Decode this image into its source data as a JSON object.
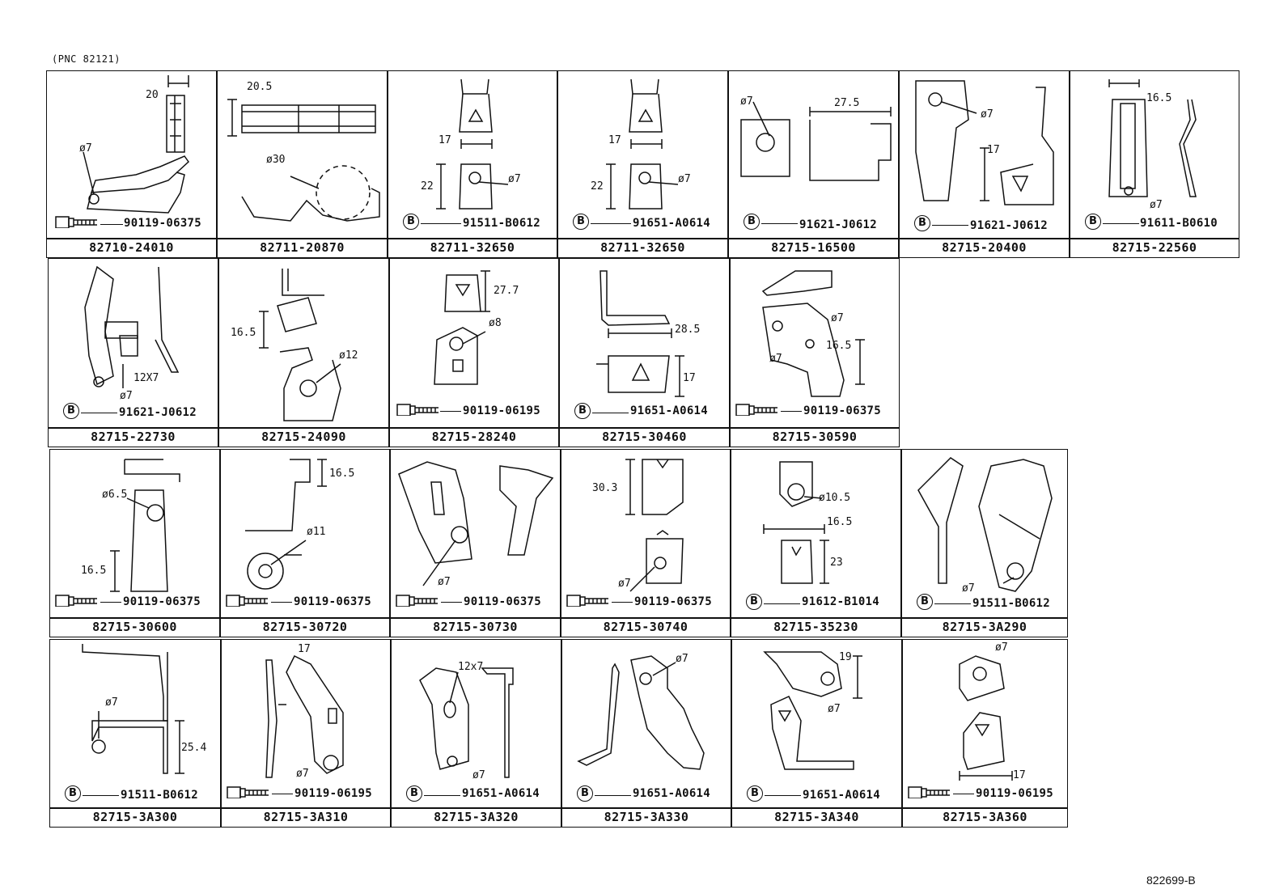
{
  "header": {
    "pnc": "(PNC 82121)"
  },
  "footer": {
    "code": "822699-B"
  },
  "cells": [
    {
      "caption": "82710-24010",
      "part": "90119-06375",
      "kind": "bolt",
      "dims": [
        "20",
        "ø7"
      ]
    },
    {
      "caption": "82711-20870",
      "part": "",
      "kind": "none",
      "dims": [
        "20.5",
        "ø30"
      ]
    },
    {
      "caption": "82711-32650",
      "part": "91511-B0612",
      "kind": "b",
      "dims": [
        "17",
        "22",
        "ø7"
      ]
    },
    {
      "caption": "82711-32650",
      "part": "91651-A0614",
      "kind": "b",
      "dims": [
        "17",
        "22",
        "ø7"
      ]
    },
    {
      "caption": "82715-16500",
      "part": "91621-J0612",
      "kind": "b",
      "dims": [
        "ø7",
        "27.5"
      ]
    },
    {
      "caption": "82715-20400",
      "part": "91621-J0612",
      "kind": "b",
      "dims": [
        "ø7",
        "17"
      ]
    },
    {
      "caption": "82715-22560",
      "part": "91611-B0610",
      "kind": "b",
      "dims": [
        "16.5",
        "ø7"
      ]
    },
    {
      "caption": "82715-22730",
      "part": "91621-J0612",
      "kind": "b",
      "dims": [
        "12X7",
        "ø7"
      ]
    },
    {
      "caption": "82715-24090",
      "part": "",
      "kind": "none",
      "dims": [
        "16.5",
        "ø12"
      ]
    },
    {
      "caption": "82715-28240",
      "part": "90119-06195",
      "kind": "bolt",
      "dims": [
        "27.7",
        "ø8"
      ]
    },
    {
      "caption": "82715-30460",
      "part": "91651-A0614",
      "kind": "b",
      "dims": [
        "28.5",
        "17"
      ]
    },
    {
      "caption": "82715-30590",
      "part": "90119-06375",
      "kind": "bolt",
      "dims": [
        "ø7",
        "16.5",
        "ø7"
      ]
    },
    {
      "caption": "82715-30600",
      "part": "90119-06375",
      "kind": "bolt",
      "dims": [
        "ø6.5",
        "16.5"
      ]
    },
    {
      "caption": "82715-30720",
      "part": "90119-06375",
      "kind": "bolt",
      "dims": [
        "16.5",
        "ø11"
      ]
    },
    {
      "caption": "82715-30730",
      "part": "90119-06375",
      "kind": "bolt",
      "dims": [
        "ø7"
      ]
    },
    {
      "caption": "82715-30740",
      "part": "90119-06375",
      "kind": "bolt",
      "dims": [
        "30.3",
        "ø7"
      ]
    },
    {
      "caption": "82715-35230",
      "part": "91612-B1014",
      "kind": "b",
      "dims": [
        "ø10.5",
        "16.5",
        "23"
      ]
    },
    {
      "caption": "82715-3A290",
      "part": "91511-B0612",
      "kind": "b",
      "dims": [
        "ø7"
      ]
    },
    {
      "caption": "82715-3A300",
      "part": "91511-B0612",
      "kind": "b",
      "dims": [
        "ø7",
        "25.4"
      ]
    },
    {
      "caption": "82715-3A310",
      "part": "90119-06195",
      "kind": "bolt",
      "dims": [
        "17",
        "ø7"
      ]
    },
    {
      "caption": "82715-3A320",
      "part": "91651-A0614",
      "kind": "b",
      "dims": [
        "12x7",
        "ø7"
      ]
    },
    {
      "caption": "82715-3A330",
      "part": "91651-A0614",
      "kind": "b",
      "dims": [
        "ø7"
      ]
    },
    {
      "caption": "82715-3A340",
      "part": "91651-A0614",
      "kind": "b",
      "dims": [
        "19",
        "ø7"
      ]
    },
    {
      "caption": "82715-3A360",
      "part": "90119-06195",
      "kind": "bolt",
      "dims": [
        "ø7",
        "17"
      ]
    }
  ]
}
